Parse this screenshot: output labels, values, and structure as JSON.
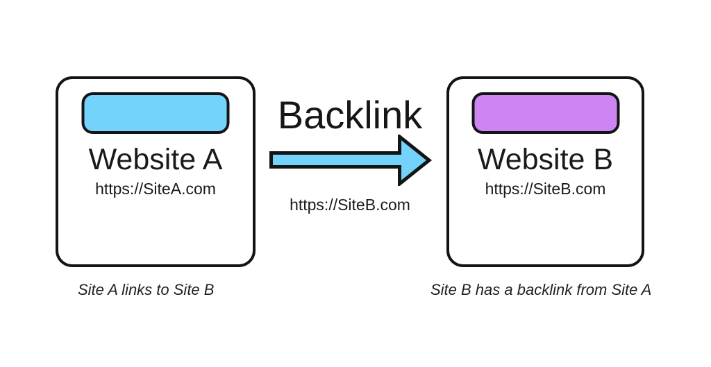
{
  "diagram": {
    "arrow_label": "Backlink",
    "arrow_caption": "https://SiteB.com",
    "site_a": {
      "name": "Website A",
      "url": "https://SiteA.com",
      "caption": "Site A links to Site B"
    },
    "site_b": {
      "name": "Website B",
      "url": "https://SiteB.com",
      "caption": "Site B has a backlink from Site A"
    },
    "colors": {
      "site_a_header": "#74d3fb",
      "site_b_header": "#cc85f2",
      "arrow_fill": "#74d3fb",
      "outline": "#141414",
      "background": "#ffffff"
    }
  }
}
